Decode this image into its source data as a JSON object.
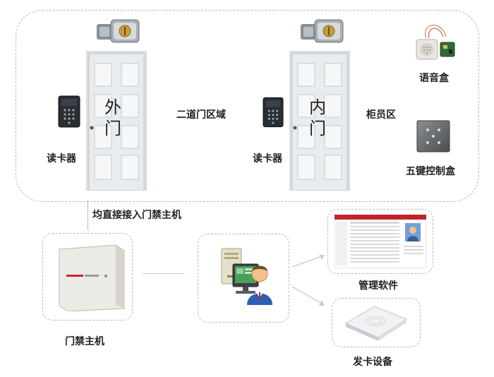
{
  "labels": {
    "lock_outer": "电锁",
    "lock_inner": "电锁",
    "door_outer_line1": "外",
    "door_outer_line2": "门",
    "door_inner_line1": "内",
    "door_inner_line2": "门",
    "zone_middle": "二道门区域",
    "zone_counter": "柜员区",
    "reader_outer": "读卡器",
    "reader_inner": "读卡器",
    "voice_box": "语音盒",
    "five_key_box": "五键控制盒",
    "connect_note": "均直接接入门禁主机",
    "controller": "门禁主机",
    "software": "管理软件",
    "card_issuer": "发卡设备"
  },
  "colors": {
    "door": "#e7eaec",
    "panel": "#f4f6f7",
    "dashed": "#b9b9b9",
    "accent": "#c0242a"
  }
}
